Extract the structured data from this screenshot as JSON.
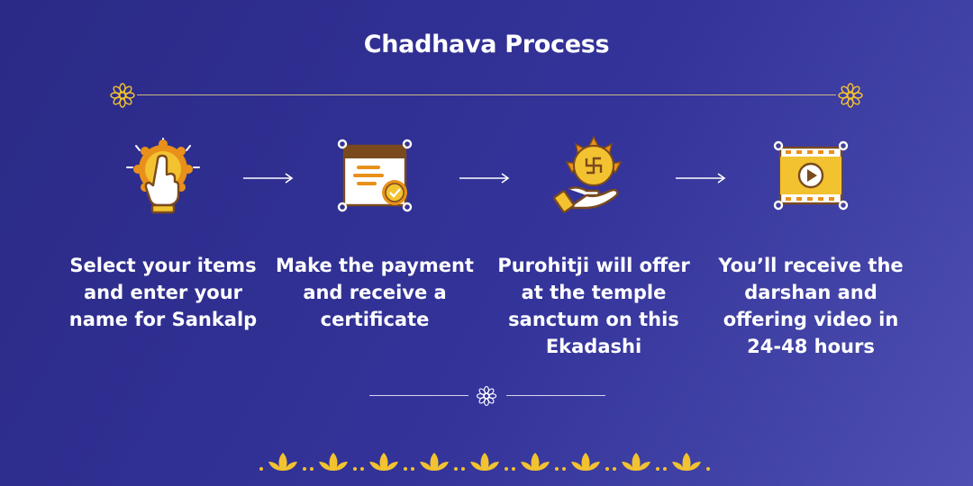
{
  "title": "Chadhava Process",
  "colors": {
    "gold": "#f2c230",
    "brown": "#7a4a1d",
    "orange": "#e8901a",
    "bg_start": "#2b2a86",
    "bg_end": "#4e4fb0"
  },
  "steps": [
    {
      "icon": "tap-hand-icon",
      "text": "Select your items and enter your name for Sankalp"
    },
    {
      "icon": "certificate-icon",
      "text": "Make the payment and receive a certificate"
    },
    {
      "icon": "offering-hand-icon",
      "text": "Purohitji will offer at the temple sanctum on this Ekadashi"
    },
    {
      "icon": "video-play-icon",
      "text": "You’ll receive the darshan and offering video in 24-48 hours"
    }
  ]
}
